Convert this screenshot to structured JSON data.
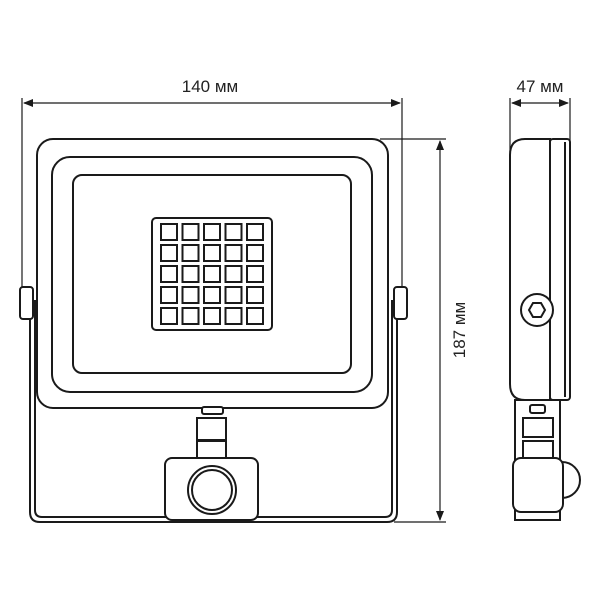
{
  "dimensions": {
    "width": "140 мм",
    "height": "187 мм",
    "depth": "47 мм"
  },
  "led_grid": {
    "rows": 5,
    "cols": 5
  },
  "colors": {
    "line": "#1a1a1a",
    "background": "#ffffff"
  }
}
